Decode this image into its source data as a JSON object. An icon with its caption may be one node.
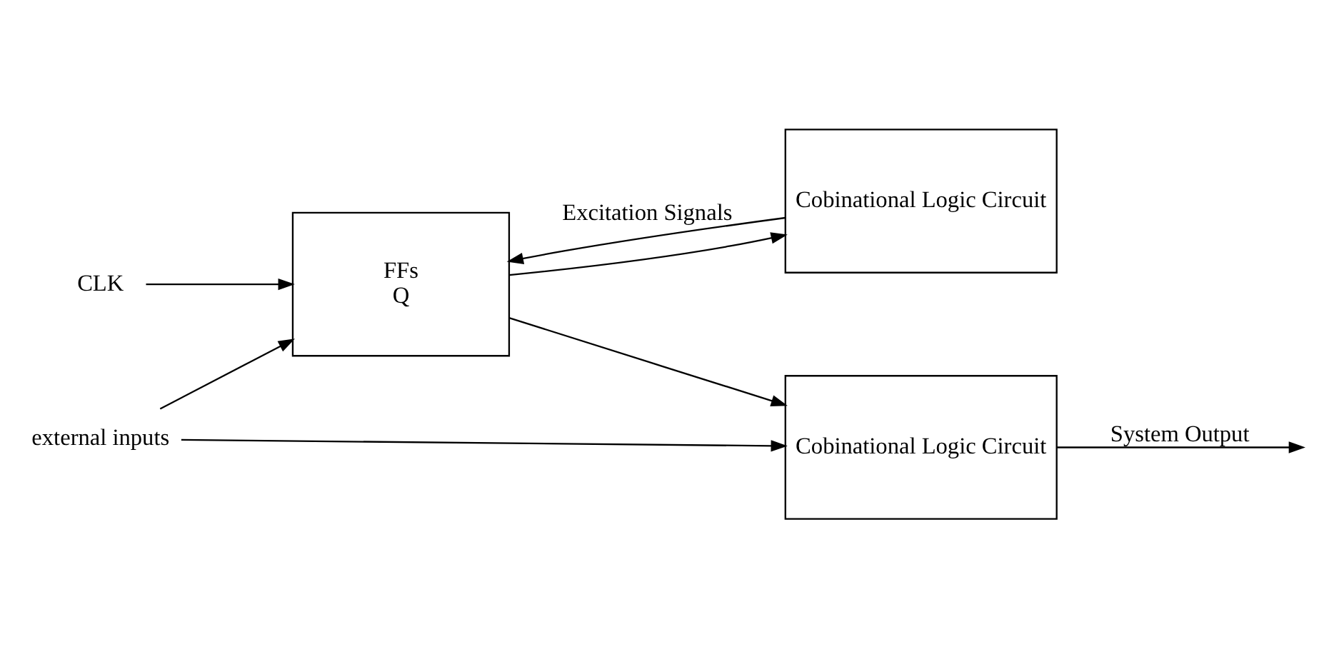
{
  "diagram": {
    "nodes": [
      {
        "text": [
          "CLK"
        ]
      },
      {
        "text": [
          "external inputs"
        ]
      },
      {
        "text": [
          "FFs",
          "Q"
        ]
      },
      {
        "text": [
          "Cobinational Logic Circuit"
        ]
      },
      {
        "text": [
          "Cobinational Logic Circuit"
        ]
      }
    ],
    "edges": [
      {
        "from": 0,
        "to": 2,
        "arrow": "to"
      },
      {
        "from": 1,
        "to": 2,
        "arrow": "to"
      },
      {
        "from": 1,
        "to": 3,
        "arrow": "to"
      },
      {
        "from": 2,
        "to": 3,
        "arrow": "to"
      },
      {
        "from": 2,
        "to": 4,
        "arrow": "to"
      },
      {
        "from": 4,
        "to": 2,
        "arrow": "to",
        "label": "Excitation Signals"
      },
      {
        "from": 3,
        "to": null,
        "arrow": "to",
        "label": "System Output"
      }
    ]
  }
}
